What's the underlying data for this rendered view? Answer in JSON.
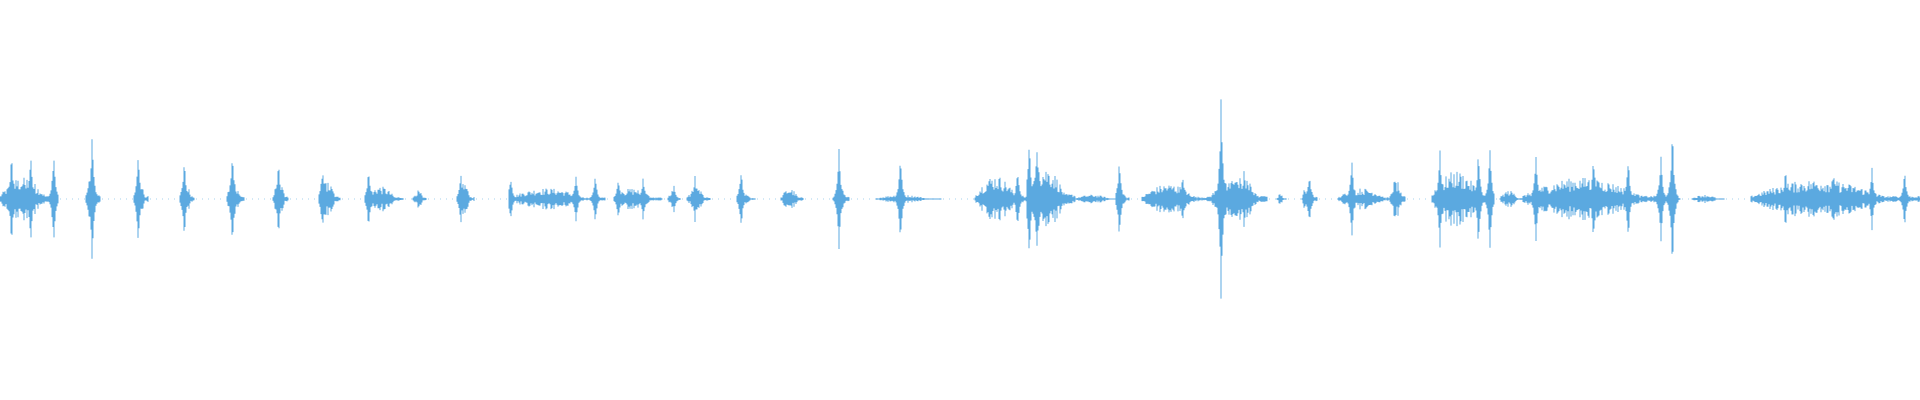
{
  "waveform": {
    "color": "#5ba9e0",
    "background": "#ffffff",
    "duration_fraction_start": 0.0,
    "duration_fraction_end": 1.0,
    "segments": [
      {
        "start": 0.0,
        "end": 0.03,
        "peak": 0.2,
        "burst": [
          0.006,
          0.016,
          0.028
        ],
        "burst_peak": 0.45
      },
      {
        "start": 0.045,
        "end": 0.052,
        "peak": 0.22,
        "burst": [
          0.048
        ],
        "burst_peak": 0.7
      },
      {
        "start": 0.07,
        "end": 0.077,
        "peak": 0.18,
        "burst": [
          0.072
        ],
        "burst_peak": 0.45
      },
      {
        "start": 0.094,
        "end": 0.101,
        "peak": 0.18,
        "burst": [
          0.096
        ],
        "burst_peak": 0.42
      },
      {
        "start": 0.118,
        "end": 0.127,
        "peak": 0.18,
        "burst": [
          0.121
        ],
        "burst_peak": 0.48
      },
      {
        "start": 0.142,
        "end": 0.15,
        "peak": 0.16,
        "burst": [
          0.145
        ],
        "burst_peak": 0.38
      },
      {
        "start": 0.166,
        "end": 0.177,
        "peak": 0.16,
        "burst": [
          0.168
        ],
        "burst_peak": 0.34
      },
      {
        "start": 0.19,
        "end": 0.21,
        "peak": 0.12,
        "burst": [
          0.192
        ],
        "burst_peak": 0.32
      },
      {
        "start": 0.215,
        "end": 0.222,
        "peak": 0.08,
        "burst": [],
        "burst_peak": 0.0
      },
      {
        "start": 0.238,
        "end": 0.247,
        "peak": 0.14,
        "burst": [
          0.24
        ],
        "burst_peak": 0.26
      },
      {
        "start": 0.265,
        "end": 0.315,
        "peak": 0.1,
        "burst": [
          0.266,
          0.3,
          0.31
        ],
        "burst_peak": 0.24
      },
      {
        "start": 0.32,
        "end": 0.345,
        "peak": 0.1,
        "burst": [
          0.322,
          0.335
        ],
        "burst_peak": 0.22
      },
      {
        "start": 0.348,
        "end": 0.354,
        "peak": 0.08,
        "burst": [
          0.351
        ],
        "burst_peak": 0.14
      },
      {
        "start": 0.358,
        "end": 0.37,
        "peak": 0.1,
        "burst": [
          0.362
        ],
        "burst_peak": 0.22
      },
      {
        "start": 0.384,
        "end": 0.393,
        "peak": 0.06,
        "burst": [
          0.386
        ],
        "burst_peak": 0.3
      },
      {
        "start": 0.407,
        "end": 0.418,
        "peak": 0.1,
        "burst": [],
        "burst_peak": 0.0
      },
      {
        "start": 0.434,
        "end": 0.442,
        "peak": 0.14,
        "burst": [
          0.437
        ],
        "burst_peak": 0.48
      },
      {
        "start": 0.456,
        "end": 0.49,
        "peak": 0.04,
        "burst": [
          0.469
        ],
        "burst_peak": 0.46
      },
      {
        "start": 0.508,
        "end": 0.535,
        "peak": 0.22,
        "burst": [
          0.53
        ],
        "burst_peak": 0.3
      },
      {
        "start": 0.535,
        "end": 0.56,
        "peak": 0.3,
        "burst": [
          0.536,
          0.54
        ],
        "burst_peak": 0.62
      },
      {
        "start": 0.56,
        "end": 0.583,
        "peak": 0.04,
        "burst": [],
        "burst_peak": 0.0
      },
      {
        "start": 0.581,
        "end": 0.588,
        "peak": 0.1,
        "burst": [
          0.583
        ],
        "burst_peak": 0.4
      },
      {
        "start": 0.595,
        "end": 0.63,
        "peak": 0.14,
        "burst": [
          0.616
        ],
        "burst_peak": 0.24
      },
      {
        "start": 0.63,
        "end": 0.66,
        "peak": 0.18,
        "burst": [
          0.636
        ],
        "burst_peak": 1.0
      },
      {
        "start": 0.638,
        "end": 0.66,
        "peak": 0.2,
        "burst": [
          0.648
        ],
        "burst_peak": 0.3
      },
      {
        "start": 0.665,
        "end": 0.67,
        "peak": 0.05,
        "burst": [],
        "burst_peak": 0.0
      },
      {
        "start": 0.678,
        "end": 0.686,
        "peak": 0.14,
        "burst": [
          0.682
        ],
        "burst_peak": 0.26
      },
      {
        "start": 0.697,
        "end": 0.728,
        "peak": 0.1,
        "burst": [
          0.704
        ],
        "burst_peak": 0.42
      },
      {
        "start": 0.724,
        "end": 0.732,
        "peak": 0.18,
        "burst": [],
        "burst_peak": 0.0
      },
      {
        "start": 0.746,
        "end": 0.778,
        "peak": 0.26,
        "burst": [
          0.75,
          0.77,
          0.776
        ],
        "burst_peak": 0.5
      },
      {
        "start": 0.781,
        "end": 0.793,
        "peak": 0.08,
        "burst": [],
        "burst_peak": 0.0
      },
      {
        "start": 0.793,
        "end": 0.872,
        "peak": 0.2,
        "burst": [
          0.8,
          0.83,
          0.848,
          0.865
        ],
        "burst_peak": 0.44
      },
      {
        "start": 0.868,
        "end": 0.875,
        "peak": 0.1,
        "burst": [
          0.871
        ],
        "burst_peak": 0.72
      },
      {
        "start": 0.881,
        "end": 0.898,
        "peak": 0.04,
        "burst": [],
        "burst_peak": 0.0
      },
      {
        "start": 0.912,
        "end": 1.0,
        "peak": 0.18,
        "burst": [
          0.93,
          0.955,
          0.975,
          0.992
        ],
        "burst_peak": 0.3
      }
    ]
  }
}
